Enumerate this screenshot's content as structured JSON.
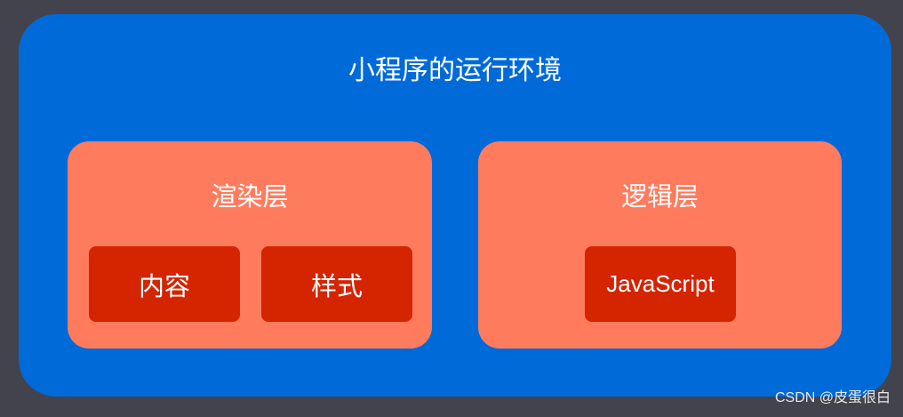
{
  "diagram": {
    "title": "小程序的运行环境",
    "layers": [
      {
        "title": "渲染层",
        "items": [
          "内容",
          "样式"
        ]
      },
      {
        "title": "逻辑层",
        "items": [
          "JavaScript"
        ]
      }
    ]
  },
  "watermark": "CSDN @皮蛋很白",
  "colors": {
    "background": "#42434c",
    "environment": "#006ad9",
    "layer": "#ff7b5e",
    "item": "#d42400",
    "text": "#ffffff"
  }
}
